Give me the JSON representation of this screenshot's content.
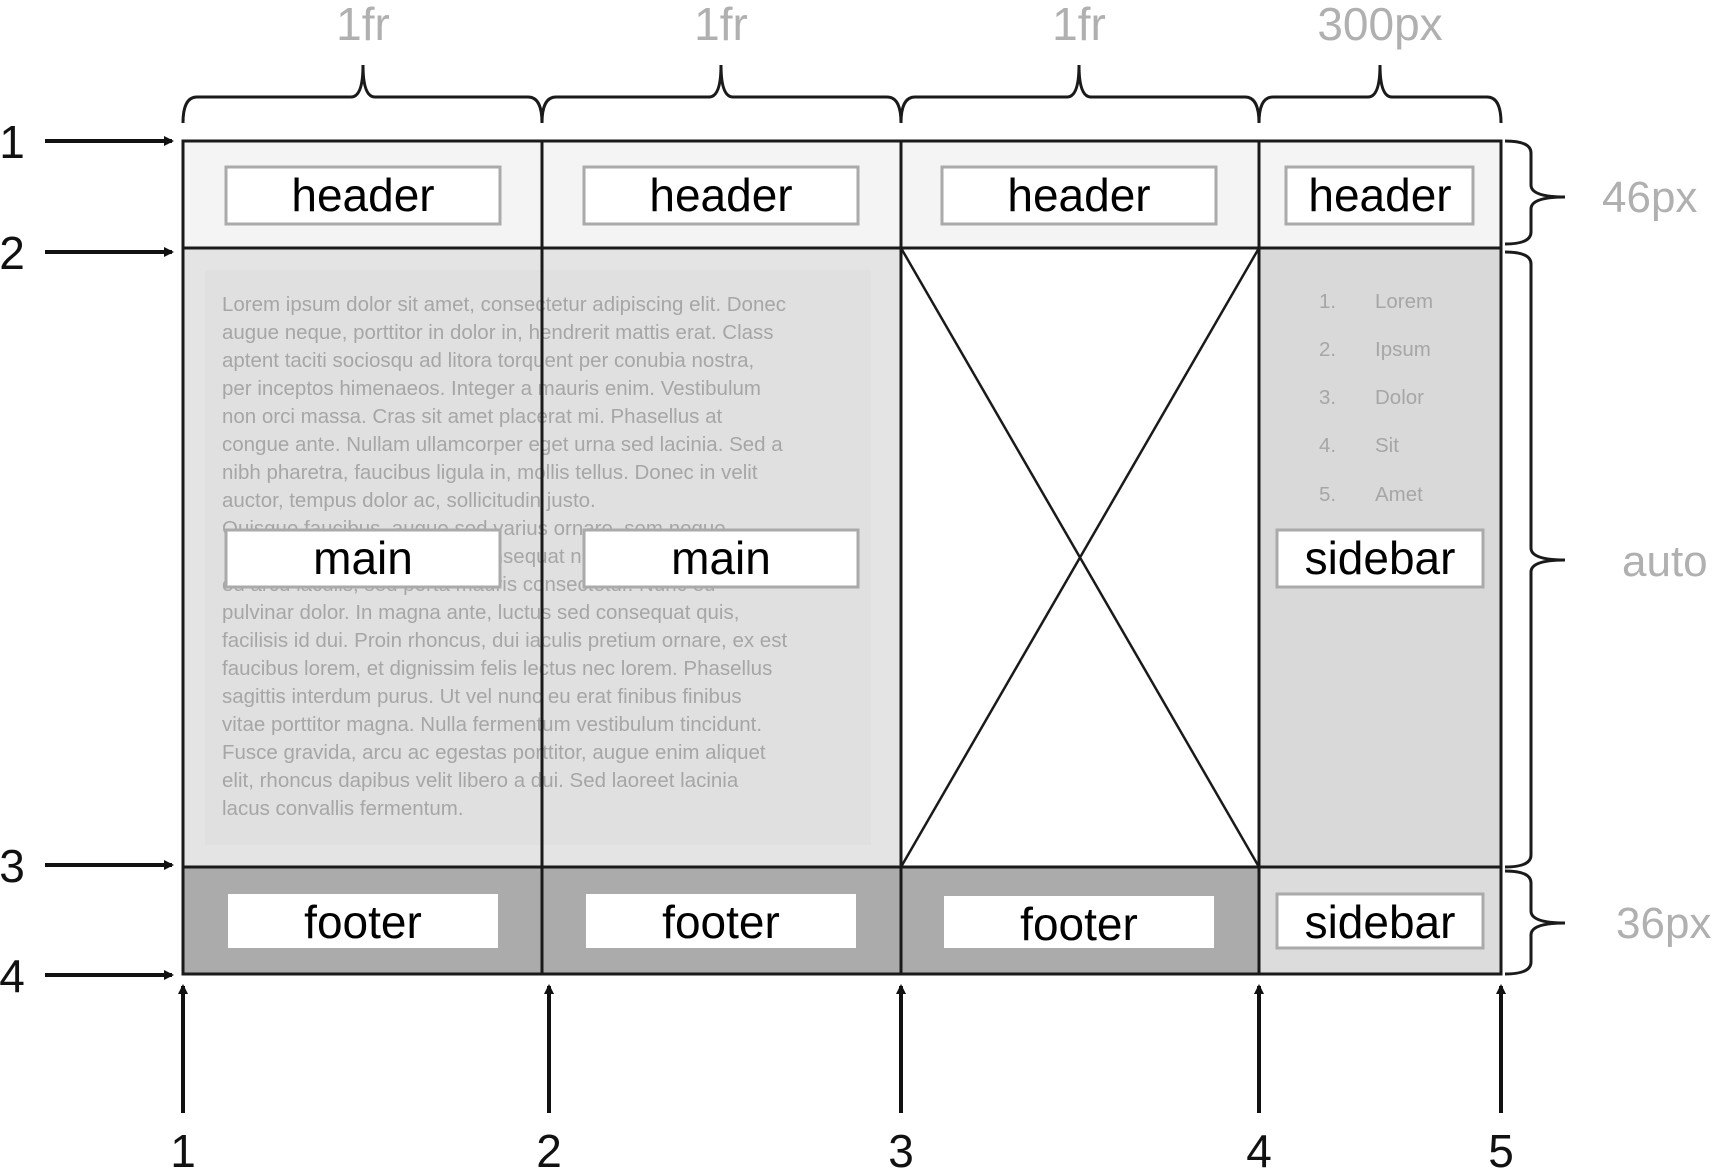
{
  "columns": [
    {
      "size_label": "1fr"
    },
    {
      "size_label": "1fr"
    },
    {
      "size_label": "1fr"
    },
    {
      "size_label": "300px"
    }
  ],
  "rows": [
    {
      "size_label": "46px"
    },
    {
      "size_label": "auto"
    },
    {
      "size_label": "36px"
    }
  ],
  "row_line_numbers": [
    "1",
    "2",
    "3",
    "4"
  ],
  "column_line_numbers": [
    "1",
    "2",
    "3",
    "4",
    "5"
  ],
  "header_cells": [
    "header",
    "header",
    "header",
    "header"
  ],
  "main_cells": [
    "main",
    "main"
  ],
  "sidebar_cells": [
    "sidebar",
    "sidebar"
  ],
  "footer_cells": [
    "footer",
    "footer",
    "footer"
  ],
  "lorem_lines": [
    "Lorem ipsum dolor sit amet, consectetur adipiscing elit. Donec",
    "augue neque, porttitor in dolor in, hendrerit mattis erat. Class",
    "aptent taciti sociosqu ad litora torquent per conubia nostra,",
    "per inceptos himenaeos. Integer a mauris enim. Vestibulum",
    "non orci massa. Cras sit amet placerat mi. Phasellus at",
    "congue ante. Nullam ullamcorper eget urna sed lacinia. Sed a",
    "nibh pharetra, faucibus ligula in, mollis tellus. Donec in velit",
    "auctor, tempus dolor ac, sollicitudin justo.",
    "Quisque faucibus, augue sed varius ornare, sem neque",
    "consequat nulla et u",
    "eu arcu iaculis, sed porta mauris consectetur. Nunc eu",
    "pulvinar dolor. In magna ante, luctus sed consequat quis,",
    "facilisis id dui. Proin rhoncus, dui iaculis pretium ornare, ex est",
    "faucibus lorem, et dignissim felis lectus nec lorem. Phasellus",
    "sagittis interdum purus. Ut vel nunc eu erat finibus finibus",
    "vitae porttitor magna. Nulla fermentum vestibulum tincidunt.",
    "Fusce gravida, arcu ac egestas porttitor, augue enim aliquet",
    "elit, rhoncus dapibus velit libero a dui. Sed laoreet lacinia",
    "lacus convallis fermentum."
  ],
  "sidebar_list": [
    {
      "num": "1.",
      "text": "Lorem"
    },
    {
      "num": "2.",
      "text": "Ipsum"
    },
    {
      "num": "3.",
      "text": "Dolor"
    },
    {
      "num": "4.",
      "text": "Sit"
    },
    {
      "num": "5.",
      "text": "Amet"
    }
  ],
  "colors": {
    "header_bg": "#f4f4f4",
    "main_bg": "#e4e4e4",
    "sidebar_bg": "#d9d9d9",
    "footer_bg": "#ababab",
    "sidebar_footer_bg": "#dcdcdc",
    "size_label": "#b0b0b0",
    "line": "#1a1a1a"
  }
}
